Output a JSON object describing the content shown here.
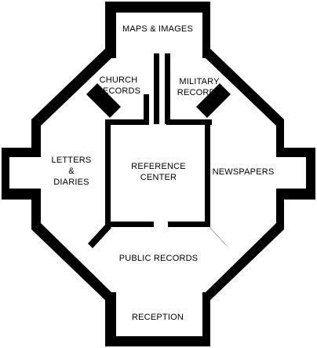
{
  "colors": {
    "wall": "#000000",
    "floor": "#ffffff"
  },
  "rooms": {
    "maps": {
      "label": "MAPS & IMAGES"
    },
    "church": {
      "lines": [
        "CHURCH",
        "RECORDS"
      ]
    },
    "military": {
      "lines": [
        "MILITARY",
        "RECORDS"
      ]
    },
    "letters": {
      "lines": [
        "LETTERS",
        "&",
        "DIARIES"
      ]
    },
    "reference": {
      "lines": [
        "REFERENCE",
        "CENTER"
      ]
    },
    "newspapers": {
      "label": "NEWSPAPERS"
    },
    "public": {
      "label": "PUBLIC RECORDS"
    },
    "reception": {
      "label": "RECEPTION"
    }
  }
}
